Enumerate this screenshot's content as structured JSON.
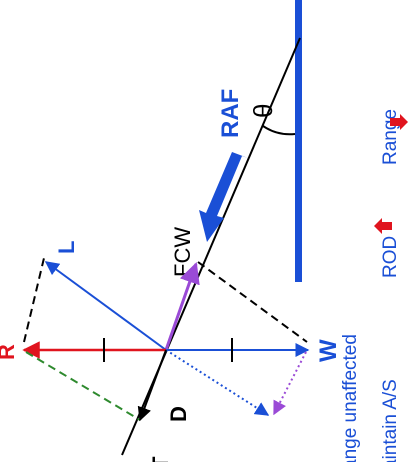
{
  "labels": {
    "raf": "RAF",
    "fcw": "FCW",
    "lift": "L",
    "resultant": "R",
    "weight": "W",
    "drag": "D",
    "thrust": "T",
    "theta": "θ"
  },
  "annotations": {
    "range_unaffected": "ange unaffected",
    "maintain_as": "aintain A/S",
    "rod": "ROD",
    "range": "Range"
  },
  "colors": {
    "lift": "#1a4fd6",
    "weight": "#1a4fd6",
    "resultant": "#e0141e",
    "raf": "#1a4fd6",
    "fcw": "#9a4ad6",
    "drag_component": "#2e8a2e",
    "annotation_text": "#1a4fd6",
    "rod_arrow": "#e0141e",
    "ground": "#1a4fd6",
    "black": "#000000"
  }
}
